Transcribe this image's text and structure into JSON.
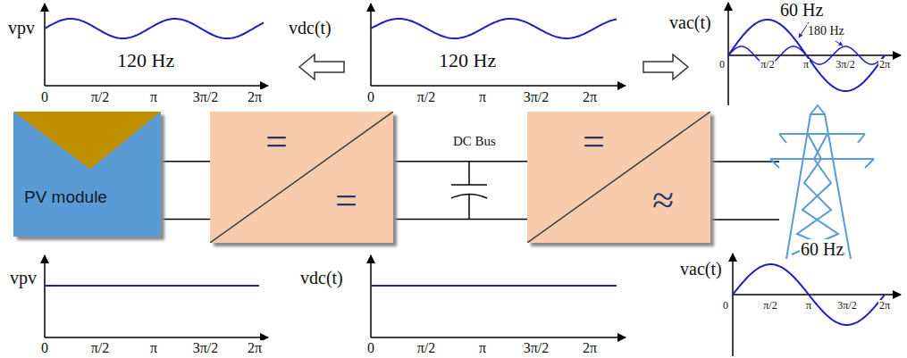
{
  "diagram": {
    "nodes": [
      {
        "text": [
          "PV module"
        ]
      },
      {
        "text": [
          "=",
          "="
        ]
      },
      {
        "text": [
          "=",
          "≈"
        ]
      }
    ],
    "edges": [
      {
        "from": 0,
        "to": 1,
        "arrow": "none"
      },
      {
        "from": 1,
        "to": 2,
        "arrow": "none"
      }
    ],
    "labels": [
      "vpv",
      "120 Hz",
      "0",
      "π/2",
      "π",
      "3π/2",
      "2π",
      "vdc(t)",
      "120 Hz",
      "0",
      "π/2",
      "π",
      "3π/2",
      "2π",
      "vac(t)",
      "60 Hz",
      "180 Hz",
      "0",
      "π/2",
      "π",
      "3π/2",
      "2π",
      "DC Bus",
      "vpv",
      "0",
      "π/2",
      "π",
      "3π/2",
      "2π",
      "vdc(t)",
      "0",
      "π/2",
      "π",
      "3π/2",
      "2π",
      "vac(t)",
      "60 Hz",
      "0",
      "π/2",
      "π",
      "3π/2",
      "2π"
    ]
  }
}
